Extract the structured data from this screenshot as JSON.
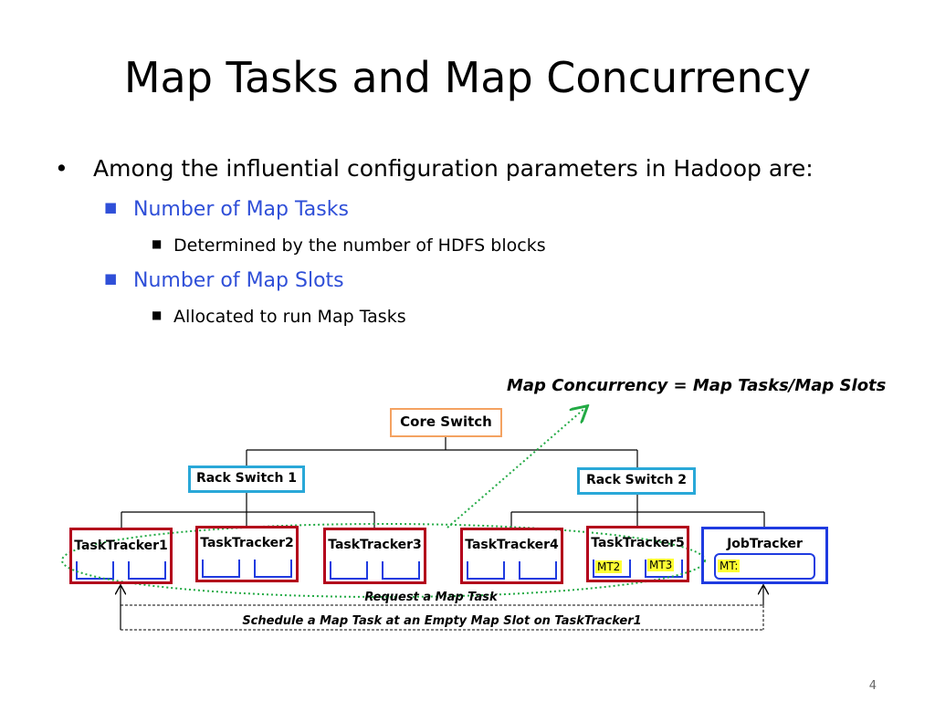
{
  "slide": {
    "title": "Map Tasks and Map Concurrency",
    "page_number": "4"
  },
  "bullets": {
    "l1": "Among the influential configuration parameters in Hadoop are:",
    "l2a": "Number of Map Tasks",
    "l3a": "Determined by the number of HDFS blocks",
    "l2b": "Number of Map Slots",
    "l3b": "Allocated to run Map Tasks"
  },
  "diagram": {
    "formula": "Map Concurrency = Map Tasks/Map Slots",
    "core_switch": "Core Switch",
    "rack_switch_1": "Rack Switch 1",
    "rack_switch_2": "Rack Switch 2",
    "nodes": [
      "TaskTracker1",
      "TaskTracker2",
      "TaskTracker3",
      "TaskTracker4",
      "TaskTracker5",
      "JobTracker"
    ],
    "slot_labels": [
      "MT2",
      "MT3"
    ],
    "jobtracker_label": "MT:",
    "request_label": "Request a Map Task",
    "schedule_label": "Schedule a Map Task at an Empty Map Slot on TaskTracker1",
    "colors": {
      "core_border": "#f4a261",
      "rack_border": "#29a8d8",
      "tracker_border": "#b3001b",
      "jobtracker_border": "#1f3be0",
      "slot_color": "#1f3be0",
      "green_dotted": "#22aa44",
      "bullet_blue": "#2f4fd8",
      "highlight": "#ffff33"
    }
  }
}
